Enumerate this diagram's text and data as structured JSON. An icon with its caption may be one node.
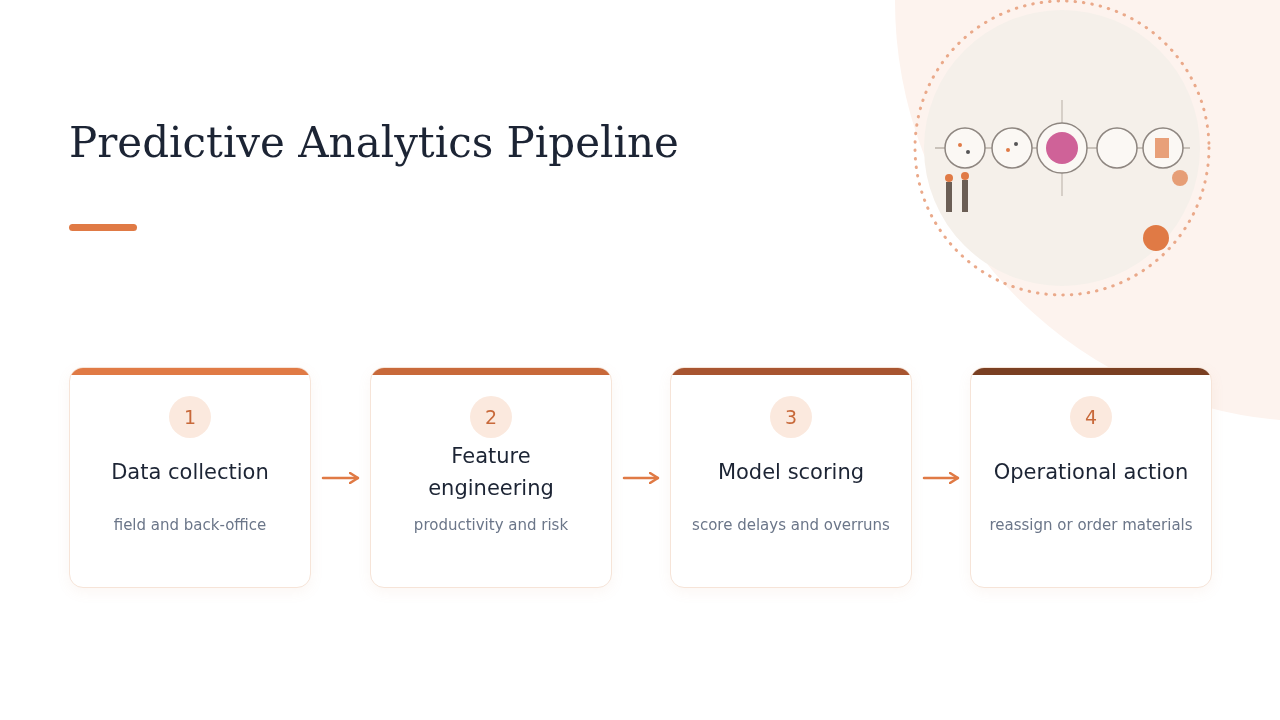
{
  "diagram": {
    "title": "Predictive Analytics Pipeline",
    "nodes": [
      {
        "text": [
          "1",
          "Data collection",
          "field and back-office"
        ]
      },
      {
        "text": [
          "2",
          "Feature engineering",
          "productivity and risk"
        ]
      },
      {
        "text": [
          "3",
          "Model scoring",
          "score delays and overruns"
        ]
      },
      {
        "text": [
          "4",
          "Operational action",
          "reassign or order materials"
        ]
      }
    ],
    "edges": [
      {
        "from": 0,
        "to": 1,
        "arrow": "to"
      },
      {
        "from": 1,
        "to": 2,
        "arrow": "to"
      },
      {
        "from": 2,
        "to": 3,
        "arrow": "to"
      }
    ]
  }
}
